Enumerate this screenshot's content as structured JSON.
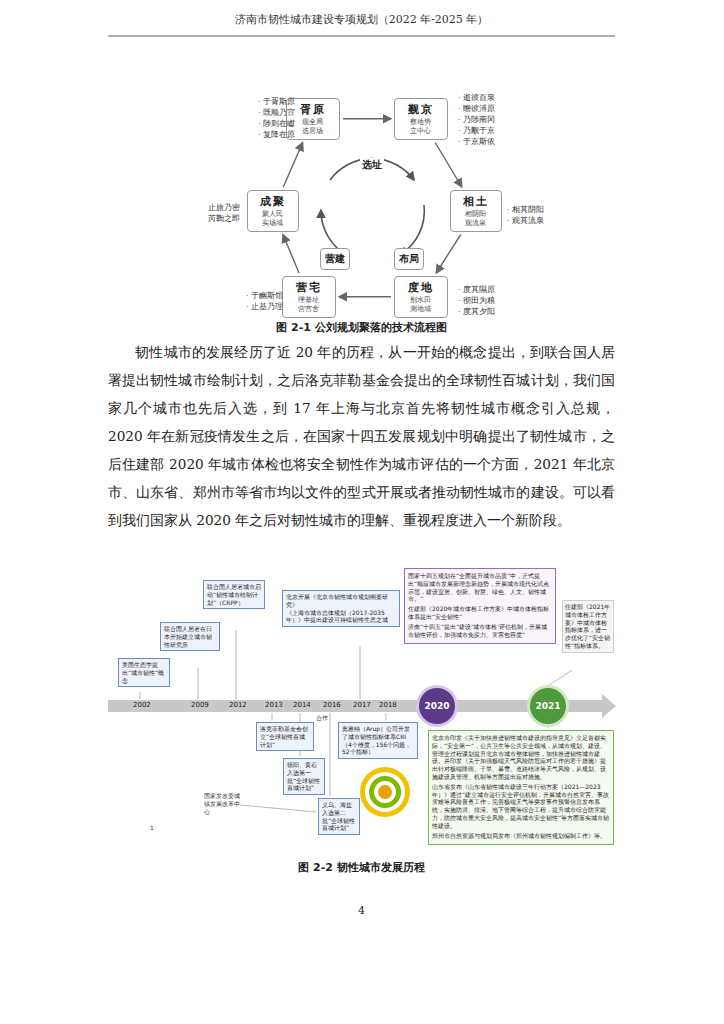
{
  "diagram": {
    "nodes": [
      {
        "text": [
          "胥原",
          "观全局 选居场"
        ]
      },
      {
        "text": [
          "觐京",
          "察地势 立中心"
        ]
      },
      {
        "text": [
          "相土",
          "相阴阳 观流泉"
        ]
      },
      {
        "text": [
          "度地",
          "别水田 测地域"
        ]
      },
      {
        "text": [
          "营宅",
          "理基址 营宫舍"
        ]
      },
      {
        "text": [
          "成聚",
          "聚人民 实场域"
        ]
      },
      {
        "text": [
          "营建"
        ]
      },
      {
        "text": [
          "布局"
        ]
      },
      {
        "text": [
          "美国生态学提出“城市韧性”概念"
        ]
      },
      {
        "text": [
          "联合国人居署在日本开始建立城市韧性研究所"
        ]
      },
      {
        "text": [
          "联合国人居署城市启动“韧性城市绘制计划”（CRPP）"
        ]
      },
      {
        "text": [
          "北京开展《北京市韧性城市规划纲要研究》",
          "《上海市城市总体规划（2017-2035年）》中提出建设可持续韧性生态之城"
        ]
      },
      {
        "text": [
          "国家十四五规划在“全面提升城市品质”中，正式提出“顺应城市发展新理念新趋势，开展城市现代化试点示范，建设宜居、创新、智慧、绿色、人文、韧性城市。”",
          "住建部《2020年城市体检工作方案》中城市体检指标体系提出“安全韧性”",
          "济南“十四五”提出“建设‘城市体检’评估机制，开展城市韧性评价，加强城市免疫力、灾害包容度”"
        ]
      },
      {
        "text": [
          "2020"
        ]
      },
      {
        "text": [
          "2021"
        ]
      },
      {
        "text": [
          "住建部《2021年城市体检工作方案》中城市体检指标体系，进一步优化了“安全韧性”指标体系。"
        ]
      },
      {
        "text": [
          "洛克菲勒基金会创立“全球韧性百城计划”"
        ]
      },
      {
        "text": [
          "德阳、黄石入选第一批“全球韧性百城计划”"
        ]
      },
      {
        "text": [
          "义乌、海盐入选第二批“全球韧性百城计划”"
        ]
      },
      {
        "text": [
          "奥雅纳（Arup）公司开发了城市韧性指标体系CRI（4个维度，156个问题，52个指标）"
        ]
      },
      {
        "text": [
          "北京市印发《关于加快推进韧性城市建设的指导意见》立足首都实际，“安全第一”，公共卫生等公共安全领域，从城市规划、建设、管理全过程谋划提升北京市城市整体韧性，加快推进韧性城市建设。并印发《关于加强极端天气风险防范应对工作的若干措施》提出针对极端降雨、干旱、暴雪、道路结冰等天气风险，从规划、设施建设及管理、机制等方面提出应对措施。",
          "山东省发布《山东省韧性城市建设三年行动方案（2021—2023年）》通过“建立城市运行安全评估机制，开展城市自然灾害、事故灾难等风险普查工作，完善极端天气等突发事件预警信息发布系统，实施防洪、排涝、地下管网等综合工程，提升城市综合防灾能力，防控城市重大安全风险，提高城市安全韧性”等方面落实城市韧性建设。",
          "郑州市自然资源与规划局发布《郑州城市韧性规划编制工作》等。"
        ]
      }
    ],
    "edges": [
      {
        "from": 0,
        "to": 1,
        "arrow": "to"
      },
      {
        "from": 1,
        "to": 2,
        "arrow": "to"
      },
      {
        "from": 2,
        "to": 3,
        "arrow": "to"
      },
      {
        "from": 3,
        "to": 4,
        "arrow": "to"
      },
      {
        "from": 4,
        "to": 5,
        "arrow": "to"
      },
      {
        "from": 5,
        "to": 0,
        "arrow": "to"
      }
    ],
    "labels": [
      "济南市韧性城市建设专项规划（2022 年-2025 年）",
      "选址",
      "· 于胥斯原",
      "· 既顺乃宣",
      "· 陟则在巘",
      "· 复降在原",
      "· 逝彼百泉",
      "· 瞻彼溥原",
      "· 乃陟南冈",
      "· 乃觏于京",
      "· 于京斯依",
      "· 相其阴阳",
      "· 观其流泉",
      "· 度其隰原",
      "· 彻田为粮",
      "· 度其夕阳",
      "· 于豳斯馆",
      "· 止基乃理",
      "止旅乃密",
      "芮鞫之即",
      "韧性城市的发展经历了近 20 年的历程，从一开始的概念提出，到联合国人居署提出韧性城市绘制计划，之后洛克菲勒基金会提出的全球韧性百城计划，我们国家几个城市也先后入选，到 17 年上海与北京首先将韧性城市概念引入总规，2020 年在新冠疫情发生之后，在国家十四五发展规划中明确提出了韧性城市，之后住建部 2020 年城市体检也将安全韧性作为城市评估的一个方面，2021 年北京市、山东省、郑州市等省市均以文件的型式开展或者推动韧性城市的建设。可以看到我们国家从 2020 年之后对韧性城市的理解、重视程度进入一个新阶段。",
      "2002",
      "2009",
      "2012",
      "2013",
      "2014",
      "2016",
      "2017",
      "2018",
      "合作",
      "国家发改委城镇发展改革中心",
      "1",
      "4",
      "图 2-1 公刘规划聚落的技术流程图",
      "图 2-2 韧性城市发展历程"
    ]
  }
}
